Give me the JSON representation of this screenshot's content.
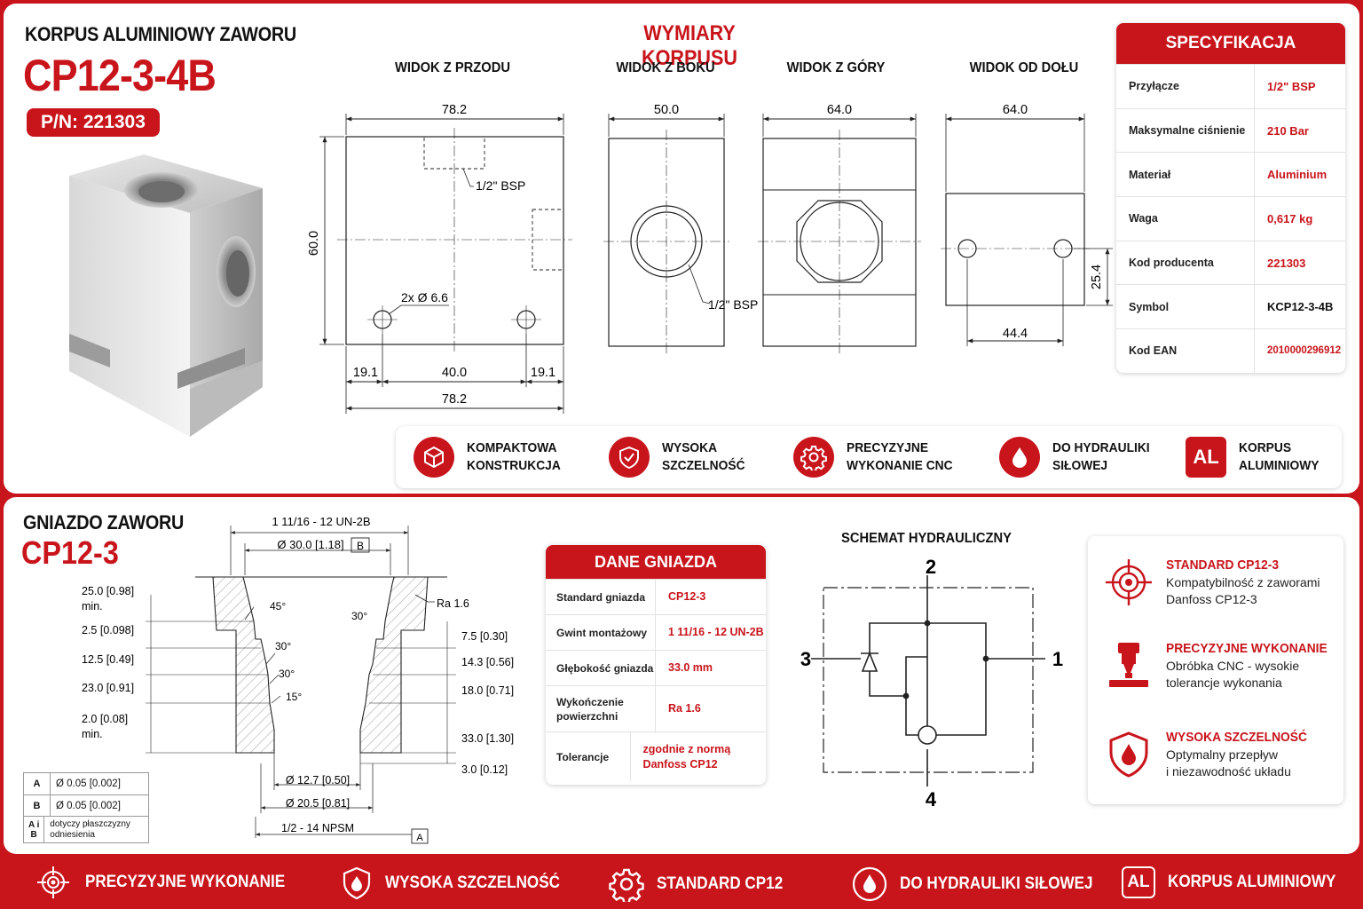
{
  "header": {
    "subtitle": "KORPUS ALUMINIOWY ZAWORU",
    "model": "CP12-3-4B",
    "part_number": "P/N: 221303"
  },
  "dimensions": {
    "section_title": "WYMIARY KORPUSU",
    "views": {
      "front": "WIDOK Z PRZODU",
      "side": "WIDOK Z BOKU",
      "top": "WIDOK Z GÓRY",
      "bottom": "WIDOK OD DOŁU"
    },
    "front_width": "78.2",
    "front_height": "60.0",
    "front_port": "1/2\" BSP",
    "front_holes": "2x Ø 6.6",
    "front_left_offset": "19.1",
    "front_hole_spacing": "40.0",
    "front_right_offset": "19.1",
    "front_width_bottom": "78.2",
    "side_width": "50.0",
    "side_port": "1/2\" BSP",
    "top_width": "64.0",
    "bottom_width": "64.0",
    "bottom_hole_spacing": "44.4",
    "bottom_height": "25.4"
  },
  "specification": {
    "title": "SPECYFIKACJA",
    "rows": [
      {
        "key": "Przyłącze",
        "value": "1/2\" BSP",
        "red": true
      },
      {
        "key": "Maksymalne ciśnienie",
        "value": "210 Bar",
        "red": true
      },
      {
        "key": "Materiał",
        "value": "Aluminium",
        "red": true
      },
      {
        "key": "Waga",
        "value": "0,617 kg",
        "red": true
      },
      {
        "key": "Kod producenta",
        "value": "221303",
        "red": true
      },
      {
        "key": "Symbol",
        "value": "KCP12-3-4B",
        "red": false
      },
      {
        "key": "Kod EAN",
        "value": "2010000296912",
        "red": true
      }
    ]
  },
  "features": [
    {
      "line1": "KOMPAKTOWA",
      "line2": "KONSTRUKCJA",
      "icon": "cube-icon"
    },
    {
      "line1": "WYSOKA",
      "line2": "SZCZELNOŚĆ",
      "icon": "shield-check-icon"
    },
    {
      "line1": "PRECYZYJNE",
      "line2": "WYKONANIE CNC",
      "icon": "gear-icon"
    },
    {
      "line1": "DO HYDRAULIKI",
      "line2": "SIŁOWEJ",
      "icon": "drop-icon"
    },
    {
      "line1": "KORPUS",
      "line2": "ALUMINIOWY",
      "icon": "al-icon",
      "icon_text": "AL"
    }
  ],
  "cavity": {
    "subtitle": "GNIAZDO ZAWORU",
    "model": "CP12-3",
    "thread_top": "1 11/16 - 12 UN-2B",
    "dia_top": "Ø 30.0 [1.18]",
    "datum_b": "B",
    "datum_a": "A",
    "left_dims": [
      "25.0 [0.98]",
      "min.",
      "2.5 [0.098]",
      "12.5 [0.49]",
      "23.0 [0.91]",
      "2.0 [0.08]",
      "min."
    ],
    "right_dims": [
      "7.5 [0.30]",
      "14.3 [0.56]",
      "18.0 [0.71]",
      "33.0 [1.30]",
      "3.0 [0.12]"
    ],
    "ra": "Ra 1.6",
    "angles": [
      "45°",
      "30°",
      "30°",
      "30°",
      "15°"
    ],
    "dia_small": "Ø 12.7 [0.50]",
    "dia_mid": "Ø 20.5 [0.81]",
    "thread_bottom": "1/2 - 14 NPSM",
    "tolerance": [
      {
        "sym": "A",
        "val": "Ø 0.05 [0.002]"
      },
      {
        "sym": "B",
        "val": "Ø 0.05 [0.002]"
      },
      {
        "sym": "A i B",
        "val": "dotyczy płaszczyzny odniesienia"
      }
    ]
  },
  "cavity_data": {
    "title": "DANE GNIAZDA",
    "rows": [
      {
        "key": "Standard gniazda",
        "value": "CP12-3"
      },
      {
        "key": "Gwint montażowy",
        "value": "1 11/16 - 12 UN-2B"
      },
      {
        "key": "Głębokość gniazda",
        "value": "33.0 mm"
      },
      {
        "key": "Wykończenie powierzchni",
        "value": "Ra 1.6"
      },
      {
        "key": "Tolerancje",
        "value": "zgodnie z normą Danfoss CP12"
      }
    ]
  },
  "schematic": {
    "title": "SCHEMAT HYDRAULICZNY",
    "ports": [
      "2",
      "3",
      "1",
      "4"
    ]
  },
  "advantages": [
    {
      "title": "STANDARD CP12-3",
      "desc1": "Kompatybilność z zaworami",
      "desc2": "Danfoss CP12-3",
      "icon": "target-icon"
    },
    {
      "title": "PRECYZYJNE WYKONANIE",
      "desc1": "Obróbka CNC - wysokie",
      "desc2": "tolerancje wykonania",
      "icon": "cnc-icon"
    },
    {
      "title": "WYSOKA SZCZELNOŚĆ",
      "desc1": "Optymalny przepływ",
      "desc2": "i niezawodność układu",
      "icon": "shield-drop-icon"
    }
  ],
  "bottom_bar": [
    {
      "label": "PRECYZYJNE WYKONANIE",
      "icon": "target-icon"
    },
    {
      "label": "WYSOKA SZCZELNOŚĆ",
      "icon": "shield-drop-icon"
    },
    {
      "label": "STANDARD CP12",
      "icon": "gear-icon"
    },
    {
      "label": "DO HYDRAULIKI SIŁOWEJ",
      "icon": "drop-icon"
    },
    {
      "label": "KORPUS ALUMINIOWY",
      "icon": "al-icon",
      "icon_text": "AL"
    }
  ],
  "colors": {
    "accent": "#c8141b"
  }
}
